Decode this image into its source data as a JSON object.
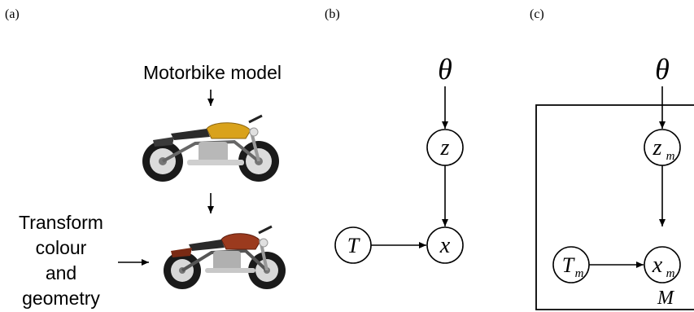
{
  "panels": {
    "a": {
      "label": "(a)",
      "model_label": "Motorbike model",
      "transform_label_lines": [
        "Transform",
        "colour",
        "and",
        "geometry"
      ],
      "model_image": "yellow-motorbike",
      "transformed_image": "red-motorbike",
      "colors": {
        "bike_yellow": "#d9a21b",
        "bike_red": "#9b3a1e",
        "chrome": "#b8b8b8",
        "tyre": "#1a1a1a"
      }
    },
    "b": {
      "label": "(b)",
      "theta": "θ",
      "z": "z",
      "x": "x",
      "T": "T"
    },
    "c": {
      "label": "(c)",
      "theta": "θ",
      "z": "z",
      "z_sub": "m",
      "x": "x",
      "x_sub": "m",
      "T": "T",
      "T_sub": "m",
      "plate": "M"
    }
  }
}
